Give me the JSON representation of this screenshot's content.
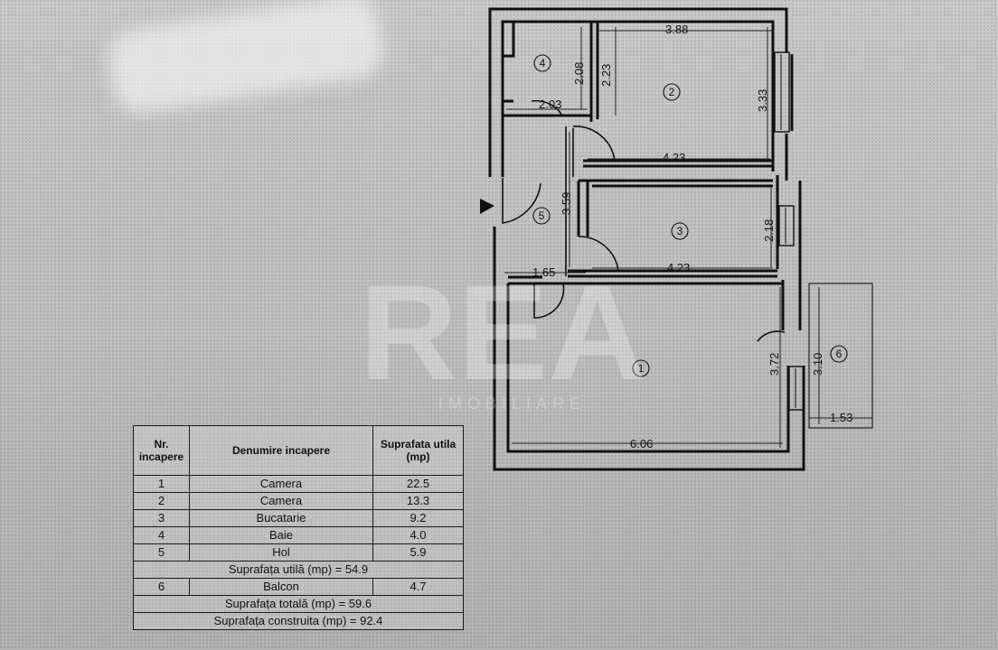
{
  "rooms": [
    {
      "number": "1",
      "name": "Camera",
      "area": "22.5"
    },
    {
      "number": "2",
      "name": "Camera",
      "area": "13.3"
    },
    {
      "number": "3",
      "name": "Bucatarie",
      "area": "9.2"
    },
    {
      "number": "4",
      "name": "Baie",
      "area": "4.0"
    },
    {
      "number": "5",
      "name": "Hol",
      "area": "5.9"
    },
    {
      "number": "6",
      "name": "Balcon",
      "area": "4.7"
    }
  ],
  "table": {
    "header_nr": "Nr. incapere",
    "header_name": "Denumire incapere",
    "header_area": "Suprafata utila (mp)",
    "useful_total": "Suprafața utilă (mp) = 54.9",
    "total": "Suprafața totală (mp) = 59.6",
    "built": "Suprafața construita (mp) = 92.4"
  },
  "dimensions": {
    "room2_top": "3.88",
    "room2_left": "2.23",
    "room2_right": "3.33",
    "room2_bottom": "4.23",
    "room4_height": "2.08",
    "room4_width": "2.03",
    "hall_height": "3.59",
    "room3_right": "2.18",
    "room3_bottom": "4.23",
    "hall_bottom": "1.65",
    "room1_right": "3.72",
    "room1_bottom": "6.06",
    "balcony_height": "3.10",
    "balcony_width": "1.53"
  },
  "watermark": {
    "main": "REA",
    "sub": "IMOBILIARE"
  }
}
